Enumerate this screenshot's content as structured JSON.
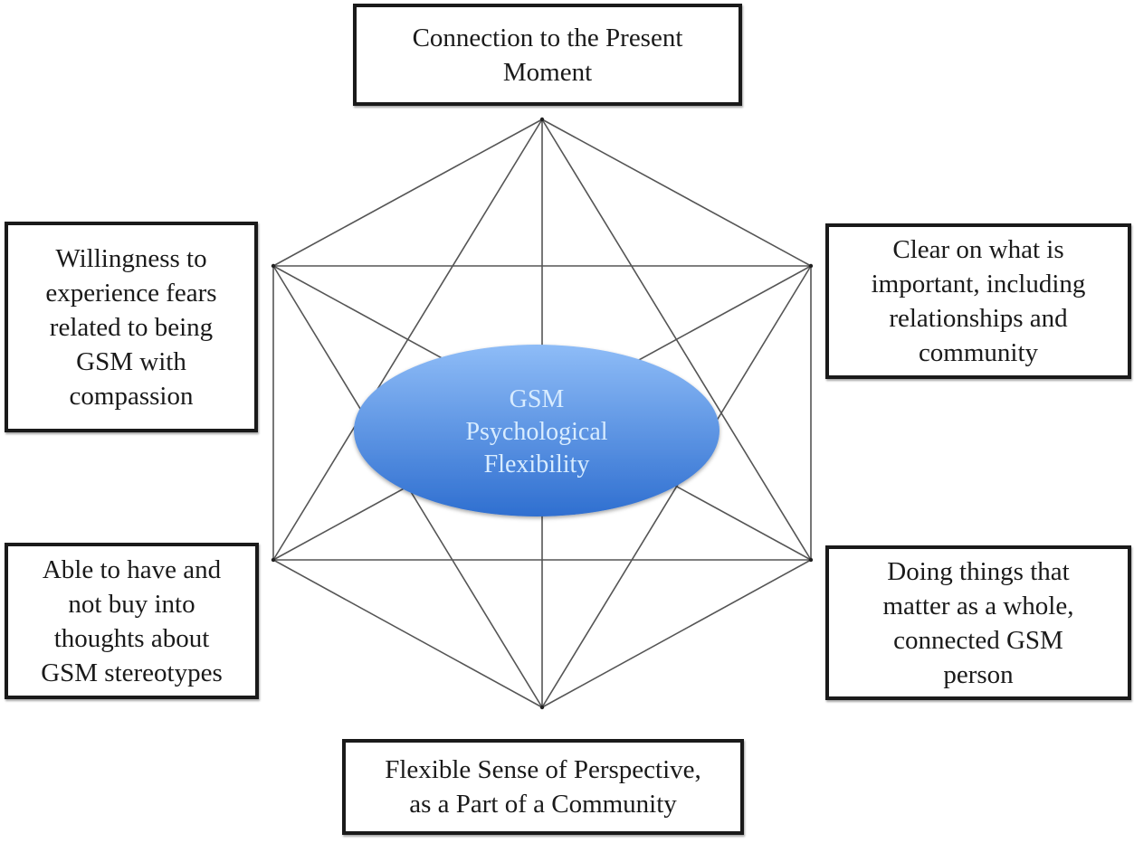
{
  "diagram": {
    "type": "hexagon-concept-map",
    "center": {
      "lines": [
        "GSM",
        "Psychological",
        "Flexibility"
      ]
    },
    "nodes": {
      "top": {
        "lines": [
          "Connection to the Present",
          "Moment"
        ]
      },
      "upper_left": {
        "lines": [
          "Willingness to",
          "experience fears",
          "related to being",
          "GSM with",
          "compassion"
        ]
      },
      "upper_right": {
        "lines": [
          "Clear on what is",
          "important, including",
          "relationships and",
          "community"
        ]
      },
      "lower_left": {
        "lines": [
          "Able to have and",
          "not buy into",
          "thoughts about",
          "GSM stereotypes"
        ]
      },
      "lower_right": {
        "lines": [
          "Doing things that",
          "matter as a whole,",
          "connected GSM",
          "person"
        ]
      },
      "bottom": {
        "lines": [
          "Flexible Sense of Perspective,",
          "as a Part of a Community"
        ]
      }
    },
    "colors": {
      "ellipse_top": "#8ebcf7",
      "ellipse_bottom": "#2f6fd0",
      "ellipse_text": "#d8ecff",
      "lines": "#555555",
      "box_border": "#1a1a1a"
    }
  }
}
